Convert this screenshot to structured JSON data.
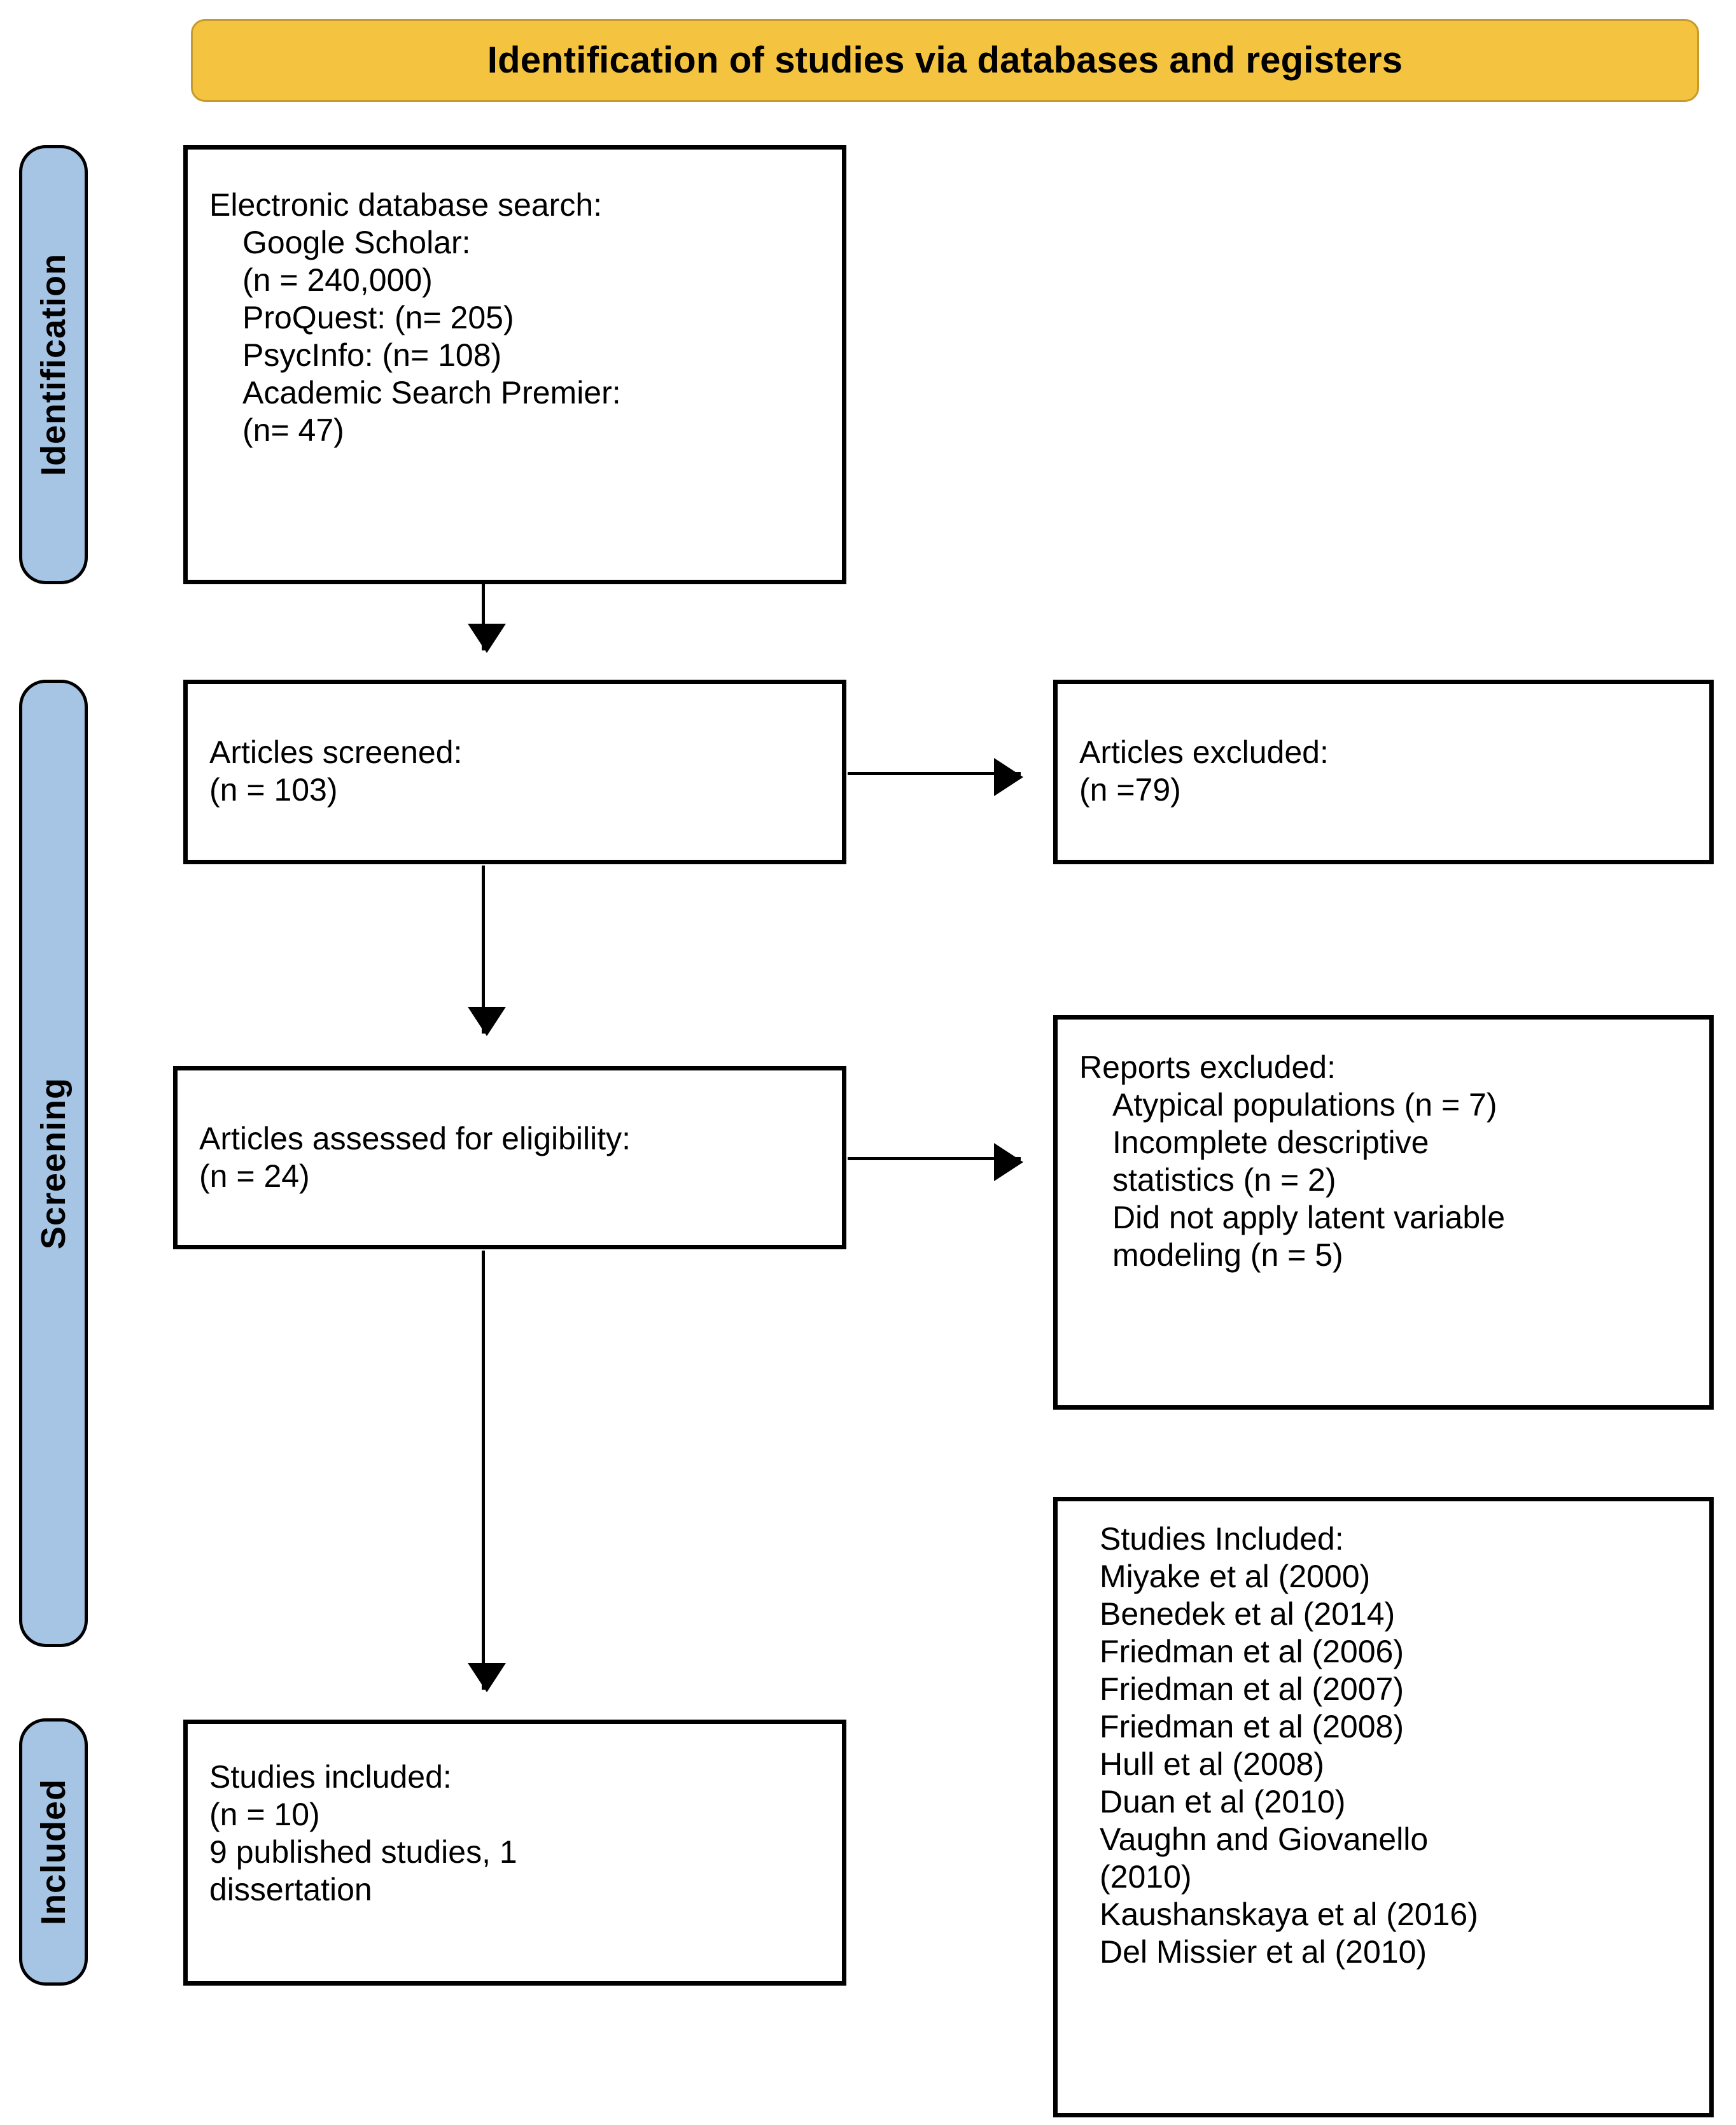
{
  "header": {
    "title": "Identification of studies via databases and registers",
    "banner_color": "#F4C340"
  },
  "stages": {
    "identification": "Identification",
    "screening": "Screening",
    "included": "Included",
    "color": "#A6C4E4"
  },
  "boxes": {
    "search": {
      "name": "electronic-database-search",
      "lines": [
        "Electronic database search:",
        "Google Scholar:",
        "(n = 240,000)",
        "ProQuest: (n= 205)",
        "PsycInfo: (n= 108)",
        "Academic Search Premier:",
        "(n= 47)"
      ]
    },
    "screened": {
      "name": "articles-screened",
      "lines": [
        "Articles screened:",
        "(n = 103)"
      ]
    },
    "excluded": {
      "name": "articles-excluded",
      "lines": [
        "Articles excluded:",
        "(n =79)"
      ]
    },
    "eligibility": {
      "name": "articles-assessed-for-eligibility",
      "lines": [
        "Articles assessed for eligibility:",
        "(n = 24)"
      ]
    },
    "reports_excluded": {
      "name": "reports-excluded",
      "lines": [
        "Reports excluded:",
        "Atypical populations (n = 7)",
        "Incomplete descriptive",
        "statistics (n = 2)",
        "Did not apply latent variable",
        "modeling (n = 5)"
      ]
    },
    "included": {
      "name": "studies-included-summary",
      "lines": [
        "Studies included:",
        "(n = 10)",
        "9 published studies, 1",
        "dissertation"
      ]
    },
    "studies_list": {
      "name": "studies-included-list",
      "heading": "Studies Included:",
      "items": [
        "Miyake et al (2000)",
        "Benedek et al (2014)",
        "Friedman et al (2006)",
        "Friedman et al (2007)",
        "Friedman et al (2008)",
        "Hull et al (2008)",
        "Duan et al (2010)",
        "Vaughn and Giovanello",
        "(2010)",
        "Kaushanskaya et al (2016)",
        "Del Missier et al (2010)"
      ]
    }
  }
}
